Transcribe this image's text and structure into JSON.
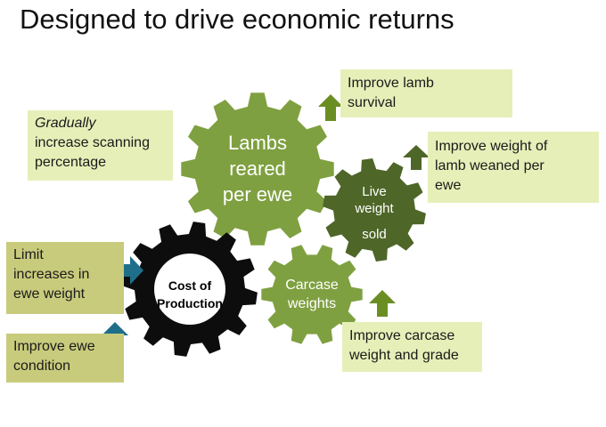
{
  "title": "Designed to drive economic returns",
  "colors": {
    "gear_light_green": "#7fa040",
    "gear_dark_green": "#4e6628",
    "gear_black": "#0d0d0d",
    "arrow_green": "#6b8e23",
    "arrow_teal": "#1f6f8b",
    "box_light": "#e6efb8",
    "box_olive": "#c8cb7c"
  },
  "gears": {
    "lambs": {
      "lines": [
        "Lambs",
        "reared",
        "per ewe"
      ]
    },
    "live": {
      "lines": [
        "Live",
        "weight",
        "sold"
      ]
    },
    "carcase": {
      "lines": [
        "Carcase",
        "weights"
      ]
    },
    "cost": {
      "lines": [
        "Cost of",
        "Production"
      ]
    }
  },
  "notes": {
    "survival": {
      "lines": [
        "Improve lamb",
        "survival"
      ]
    },
    "scanning": {
      "lines": [
        "Gradually",
        "increase scanning",
        "percentage"
      ]
    },
    "weaned": {
      "lines": [
        "Improve weight of",
        "lamb weaned per",
        "ewe"
      ]
    },
    "ewe_weight": {
      "lines": [
        "Limit",
        "increases in",
        "ewe weight"
      ]
    },
    "condition": {
      "lines": [
        "Improve ewe",
        "condition"
      ]
    },
    "carcase": {
      "lines": [
        "Improve carcase",
        "weight and grade"
      ]
    }
  }
}
